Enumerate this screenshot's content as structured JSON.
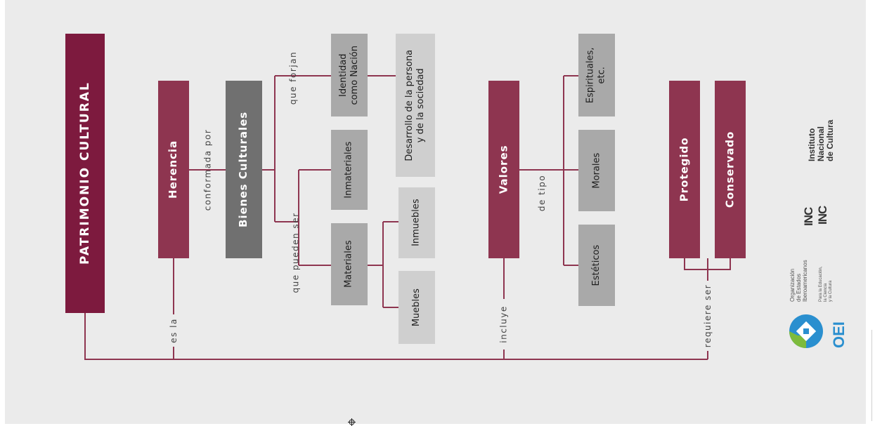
{
  "colors": {
    "background": "#ebebeb",
    "connector": "#8e3550",
    "root": "#7d1a3e",
    "maroon": "#8e3550",
    "gray_dark": "#707070",
    "gray": "#a9a9a9",
    "gray_light": "#cfcfcf"
  },
  "nodes": {
    "root": "PATRIMONIO CULTURAL",
    "herencia": "Herencia",
    "bienes": "Bienes Culturales",
    "identidad": "Identidad\ncomo Nación",
    "desarrollo": "Desarrollo de la persona\ny de la sociedad",
    "inmateriales": "Inmateriales",
    "materiales": "Materiales",
    "inmuebles": "Inmuebles",
    "muebles": "Muebles",
    "valores": "Valores",
    "espirituales": "Espirituales,\netc.",
    "morales": "Morales",
    "esteticos": "Estéticos",
    "protegido": "Protegido",
    "conservado": "Conservado"
  },
  "labels": {
    "es_la": "es la",
    "conformada_por": "conformada por",
    "que_forjan": "que forjan",
    "que_pueden_ser": "que pueden ser",
    "incluye": "incluye",
    "de_tipo": "de tipo",
    "requiere_ser": "requiere ser"
  },
  "logos": {
    "inc_name": "Instituto\nNacional\nde Cultura",
    "inc_mark": "INC",
    "oei_name": "Organización\nde Estados\nIberoamericanos",
    "oei_sub": "Para la Educación,\nla Ciencia\ny la Cultura",
    "oei_mark": "OEI"
  },
  "icons": [
    "crosshair-cursor-icon",
    "inc-logo-icon",
    "oei-logo-icon"
  ]
}
